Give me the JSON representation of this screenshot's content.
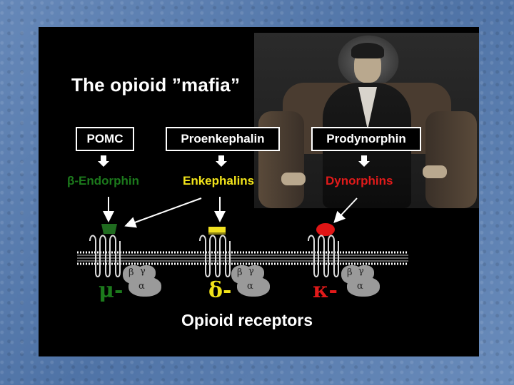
{
  "slide": {
    "title": "The opioid ”mafia”",
    "precursors": [
      {
        "label": "POMC"
      },
      {
        "label": "Proenkephalin"
      },
      {
        "label": "Prodynorphin"
      }
    ],
    "peptides": [
      {
        "label": "β-Endorphin",
        "color": "#1c7a1c"
      },
      {
        "label": "Enkephalins",
        "color": "#f2e41a"
      },
      {
        "label": "Dynorphins",
        "color": "#e11a1a"
      }
    ],
    "receptors": [
      {
        "symbol": "μ-",
        "color": "#1c7a1c",
        "ligand_color": "#1f6b1f"
      },
      {
        "symbol": "δ-",
        "color": "#f2e41a",
        "ligand_color": "#f0e020"
      },
      {
        "symbol": "κ-",
        "color": "#e11a1a",
        "ligand_color": "#e01515"
      }
    ],
    "g_protein": {
      "beta": "β",
      "gamma": "γ",
      "alpha": "α"
    },
    "caption": "Opioid receptors"
  },
  "colors": {
    "slide_background": "#000000",
    "outer_background": "#5b7fb0",
    "text": "#ffffff"
  }
}
